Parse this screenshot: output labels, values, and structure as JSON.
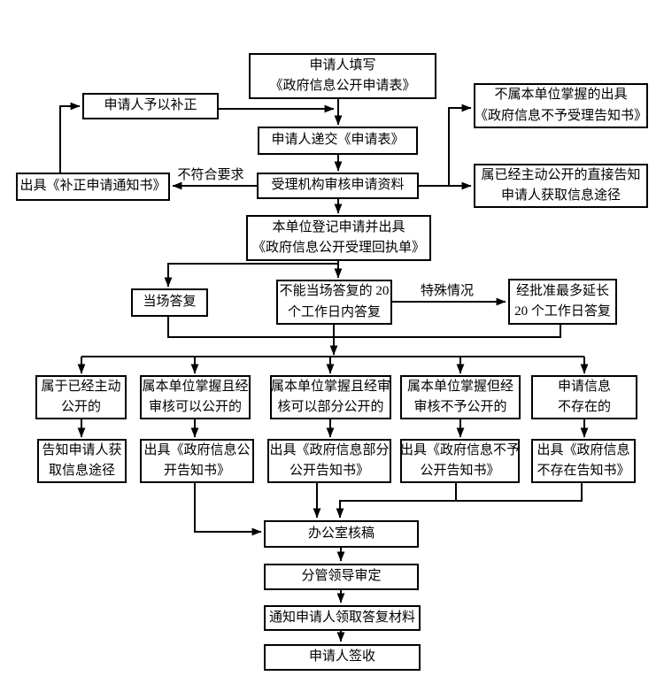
{
  "diagram": {
    "nodes": {
      "fill_form": "申请人填写\n《政府信息公开申请表》",
      "supplement": "申请人予以补正",
      "submit_form": "申请人递交《申请表》",
      "issue_supplement_notice": "出具《补正申请通知书》",
      "review_materials": "受理机构审核申请资料",
      "not_held_notice": "不属本单位掌握的出具\n《政府信息不予受理告知书》",
      "already_public_inform": "属已经主动公开的直接告知\n申请人获取信息途径",
      "register_receipt": "本单位登记申请并出具\n《政府信息公开受理回执单》",
      "onspot_reply": "当场答复",
      "reply_20_days": "不能当场答复的 20\n个工作日内答复",
      "extend_20_days": "经批准最多延长\n20 个工作日答复",
      "case_already_public": "属于已经主动\n公开的",
      "case_can_disclose": "属本单位掌握且经\n审核可以公开的",
      "case_partial_disclose": "属本单位掌握且经审\n核可以部分公开的",
      "case_no_disclose": "属本单位掌握但经\n审核不予公开的",
      "case_not_exist": "申请信息\n不存在的",
      "inform_channel": "告知申请人获\n取信息途径",
      "disclosure_notice": "出具《政府信息公\n开告知书》",
      "partial_disclosure_notice": "出具《政府信息部分\n公开告知书》",
      "non_disclosure_notice": "出具《政府信息不予\n公开告知书》",
      "not_exist_notice": "出具《政府信息\n不存在告知书》",
      "office_review": "办公室核稿",
      "leader_approval": "分管领导审定",
      "notify_collect": "通知申请人领取答复材料",
      "applicant_sign": "申请人签收"
    },
    "edge_labels": {
      "not_compliant": "不符合要求",
      "special_case": "特殊情况"
    }
  }
}
